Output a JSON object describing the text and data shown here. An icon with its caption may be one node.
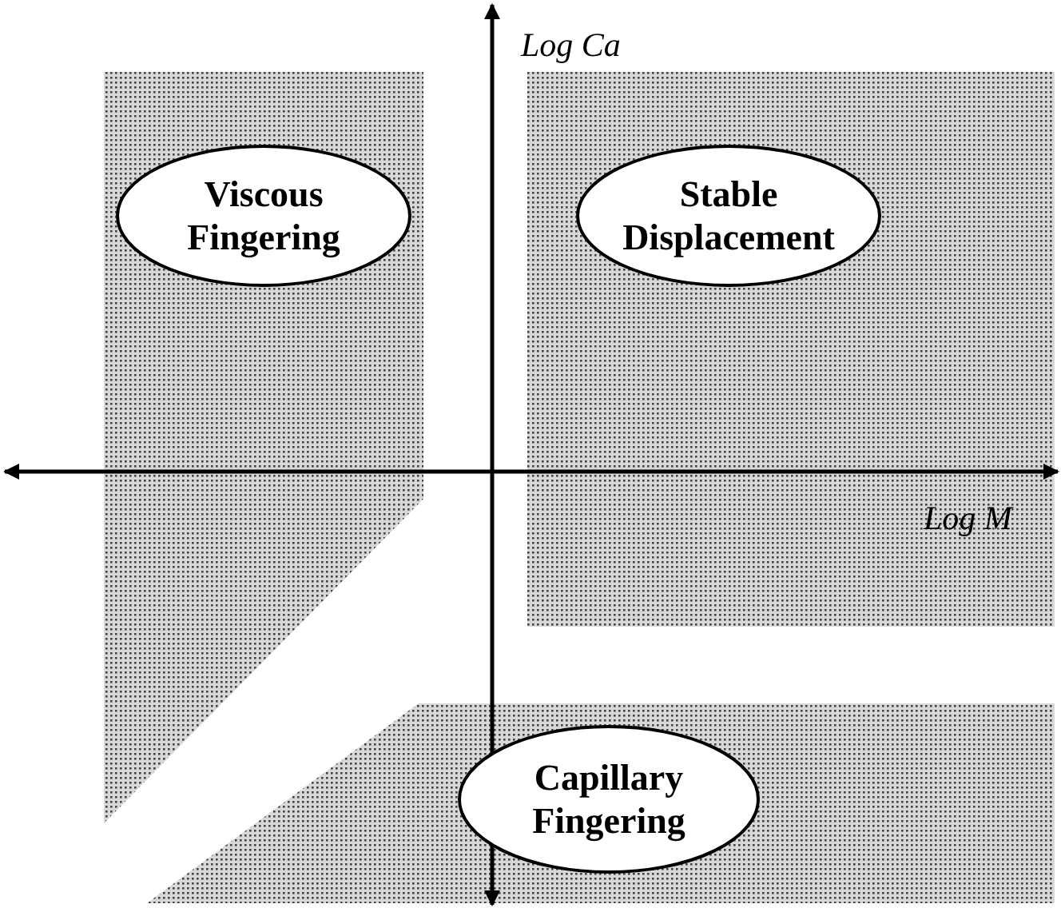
{
  "diagram": {
    "nodes": [
      {
        "text": [
          "Viscous Fingering"
        ]
      },
      {
        "text": [
          "Stable Displacement"
        ]
      },
      {
        "text": [
          "Capillary Fingering"
        ]
      }
    ],
    "edges": [],
    "labels": [
      "Log Ca",
      "Log M"
    ]
  }
}
